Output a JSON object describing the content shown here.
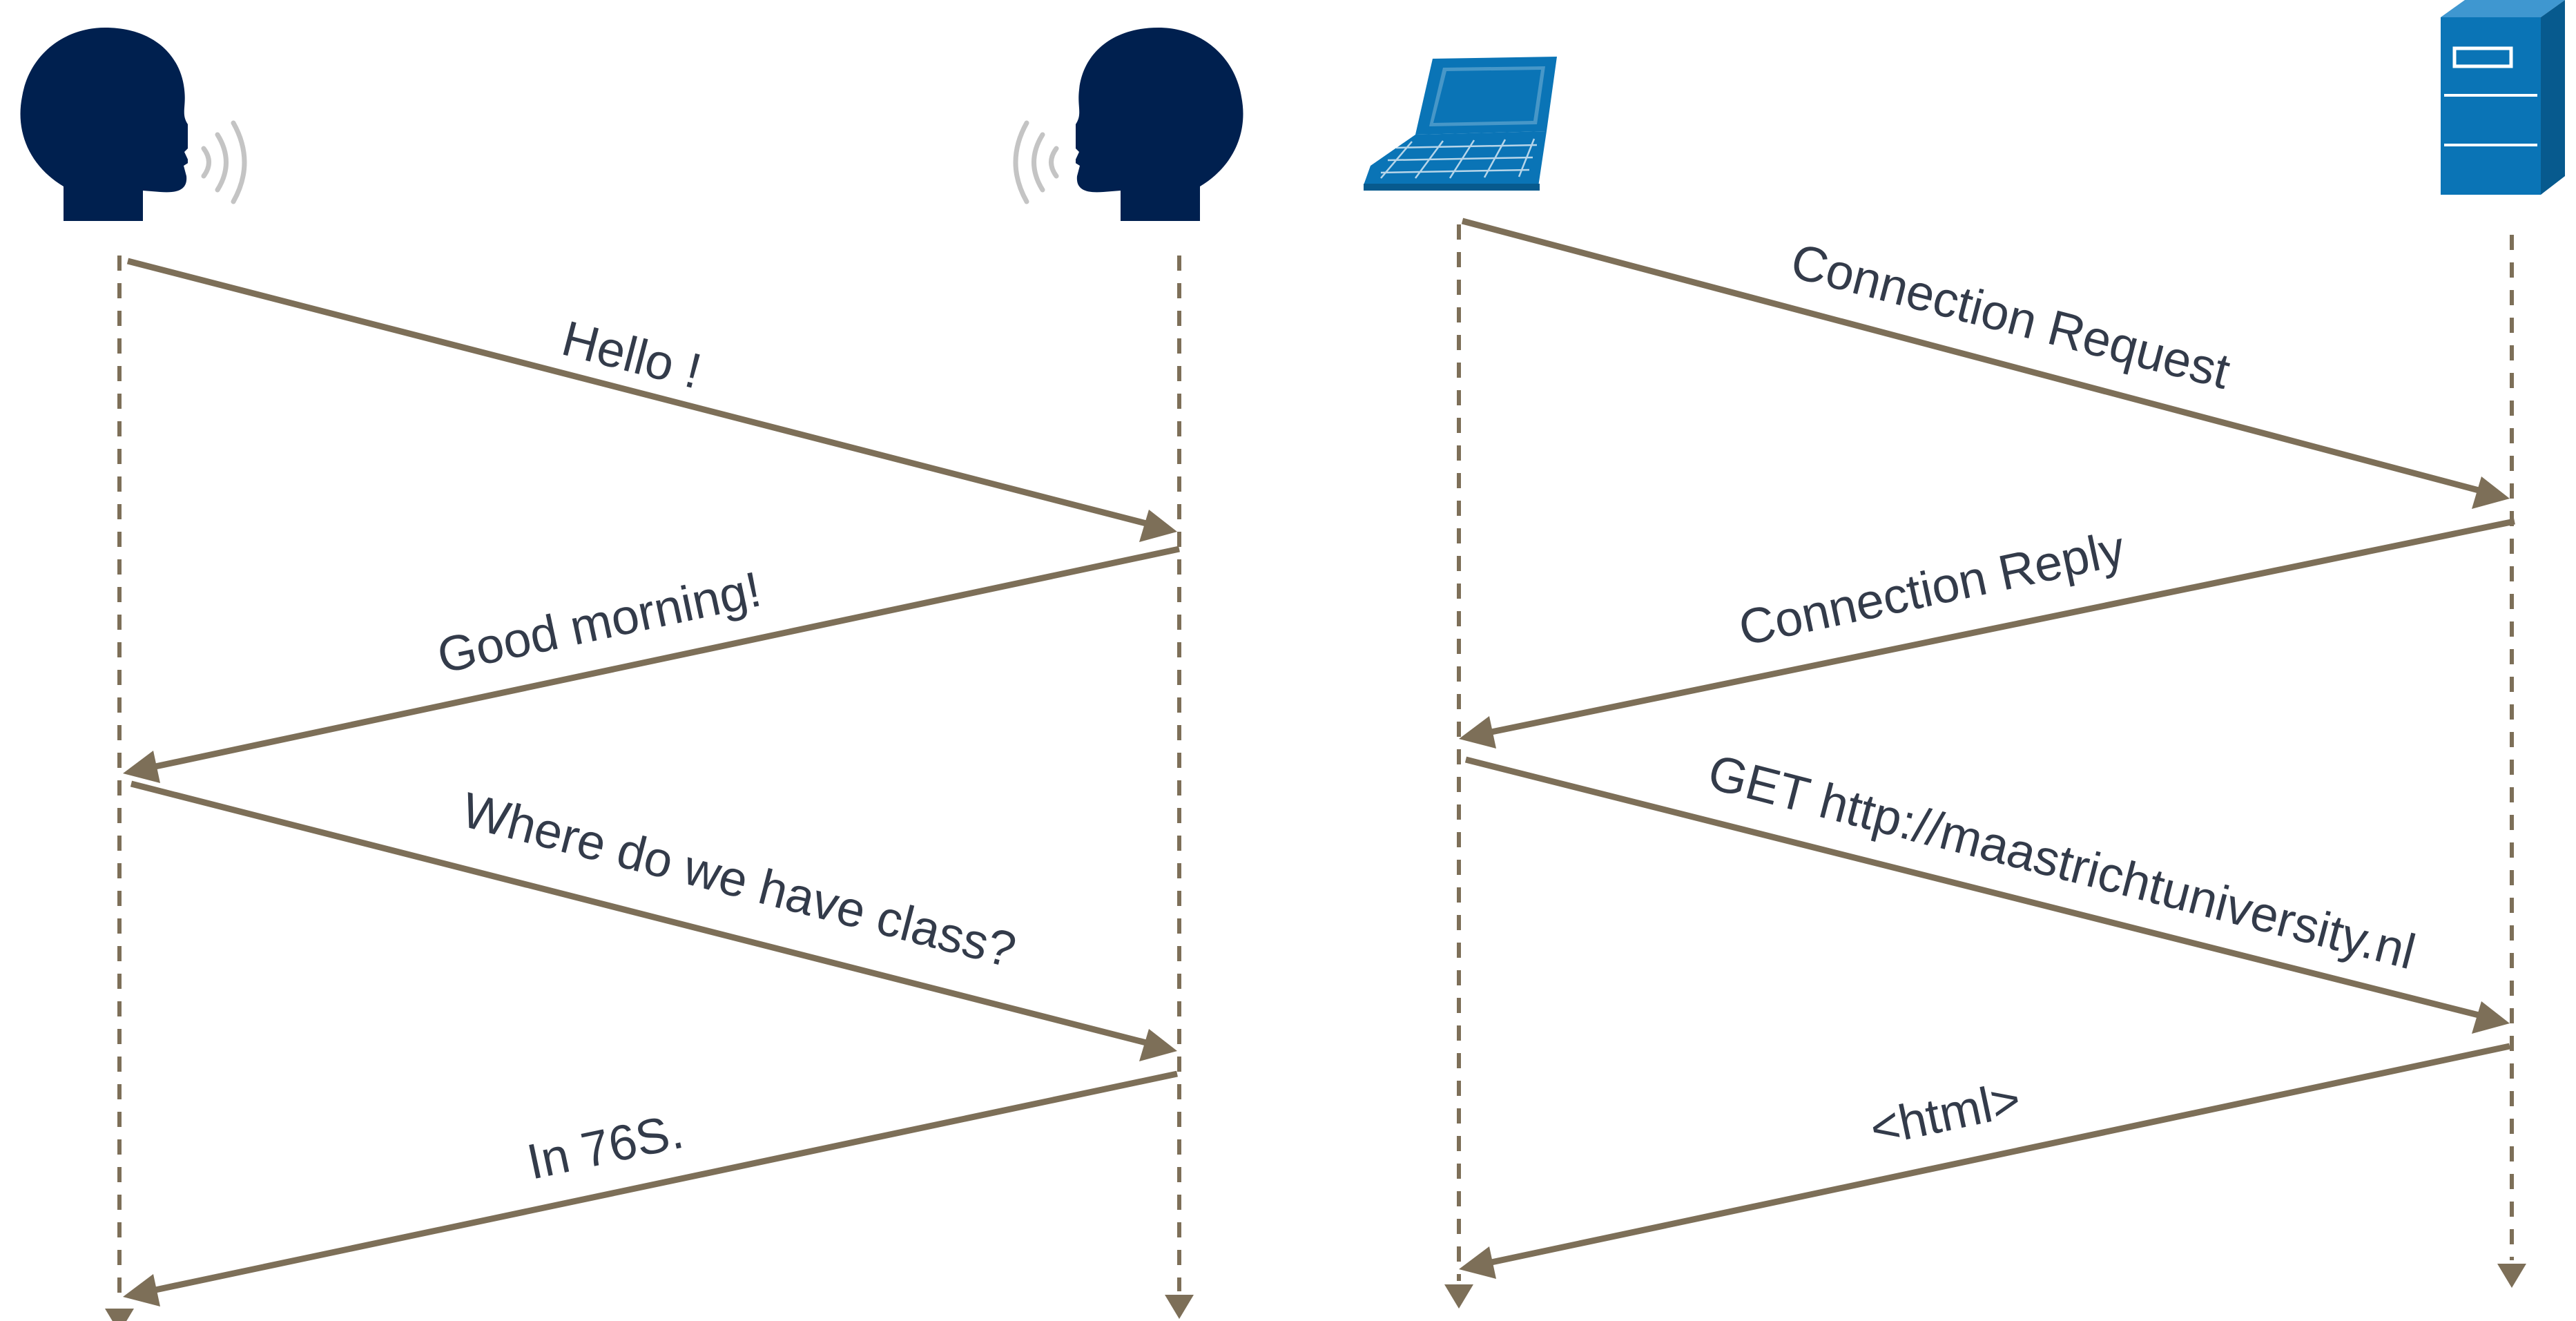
{
  "colors": {
    "arrow": "#7d6f58",
    "head_icon": "#00204f",
    "computer_icon": "#0a74b6",
    "sound_waves": "#c4c4c4",
    "text": "#333b4a"
  },
  "left_diagram": {
    "actors": [
      {
        "icon": "speaking-head-icon"
      },
      {
        "icon": "listening-head-icon"
      }
    ],
    "messages": [
      {
        "label": "Hello !"
      },
      {
        "label": "Good morning!"
      },
      {
        "label": "Where do we have class?"
      },
      {
        "label": "In 76S."
      }
    ]
  },
  "right_diagram": {
    "actors": [
      {
        "icon": "laptop-icon"
      },
      {
        "icon": "server-icon"
      }
    ],
    "messages": [
      {
        "label": "Connection Request"
      },
      {
        "label": "Connection Reply"
      },
      {
        "label": "GET http://maastrichtuniversity.nl"
      },
      {
        "label": "<html>"
      }
    ]
  }
}
